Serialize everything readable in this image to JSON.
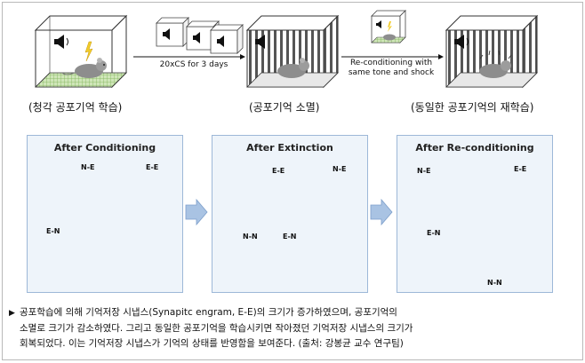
{
  "stages": [
    {
      "label": "(청각 공포기억 학습)"
    },
    {
      "label": "(공포기억 소멸)"
    },
    {
      "label": "(동일한 공포기억의 재학습)"
    }
  ],
  "transitions": [
    {
      "label": "20xCS for 3 days"
    },
    {
      "label_line1": "Re-conditioning with",
      "label_line2": "same tone and shock"
    }
  ],
  "panels": [
    {
      "title": "After Conditioning",
      "tags": [
        "N-E",
        "E-E",
        "E-N"
      ]
    },
    {
      "title": "After Extinction",
      "tags": [
        "E-E",
        "N-E",
        "N-N",
        "E-N"
      ]
    },
    {
      "title": "After Re-conditioning",
      "tags": [
        "N-E",
        "E-E",
        "E-N",
        "N-N"
      ]
    }
  ],
  "caption": {
    "bullet": "▶",
    "line1": "공포학습에 의해 기억저장 시냅스(Synapitc engram, E-E)의 크기가 증가하였으며, 공포기억의",
    "line2": "소멸로 크기가 감소하였다. 그리고 동일한 공포기억을 학습시키면 작아졌던 기억저장 시냅스의 크기가",
    "line3": "회복되었다. 이는 기억저장 시냅스가 기억의 상태를 반영함을 보여준다.   (출처: 강봉균 교수 연구팀)"
  },
  "colors": {
    "engram_red": "#c9283a",
    "neutral_gray": "#9a9a9a",
    "yellow": "#f2cc2a",
    "cyan": "#5fc8dc",
    "panel_bg": "#eef4fa",
    "arrow_blue": "#a9c3e3"
  }
}
